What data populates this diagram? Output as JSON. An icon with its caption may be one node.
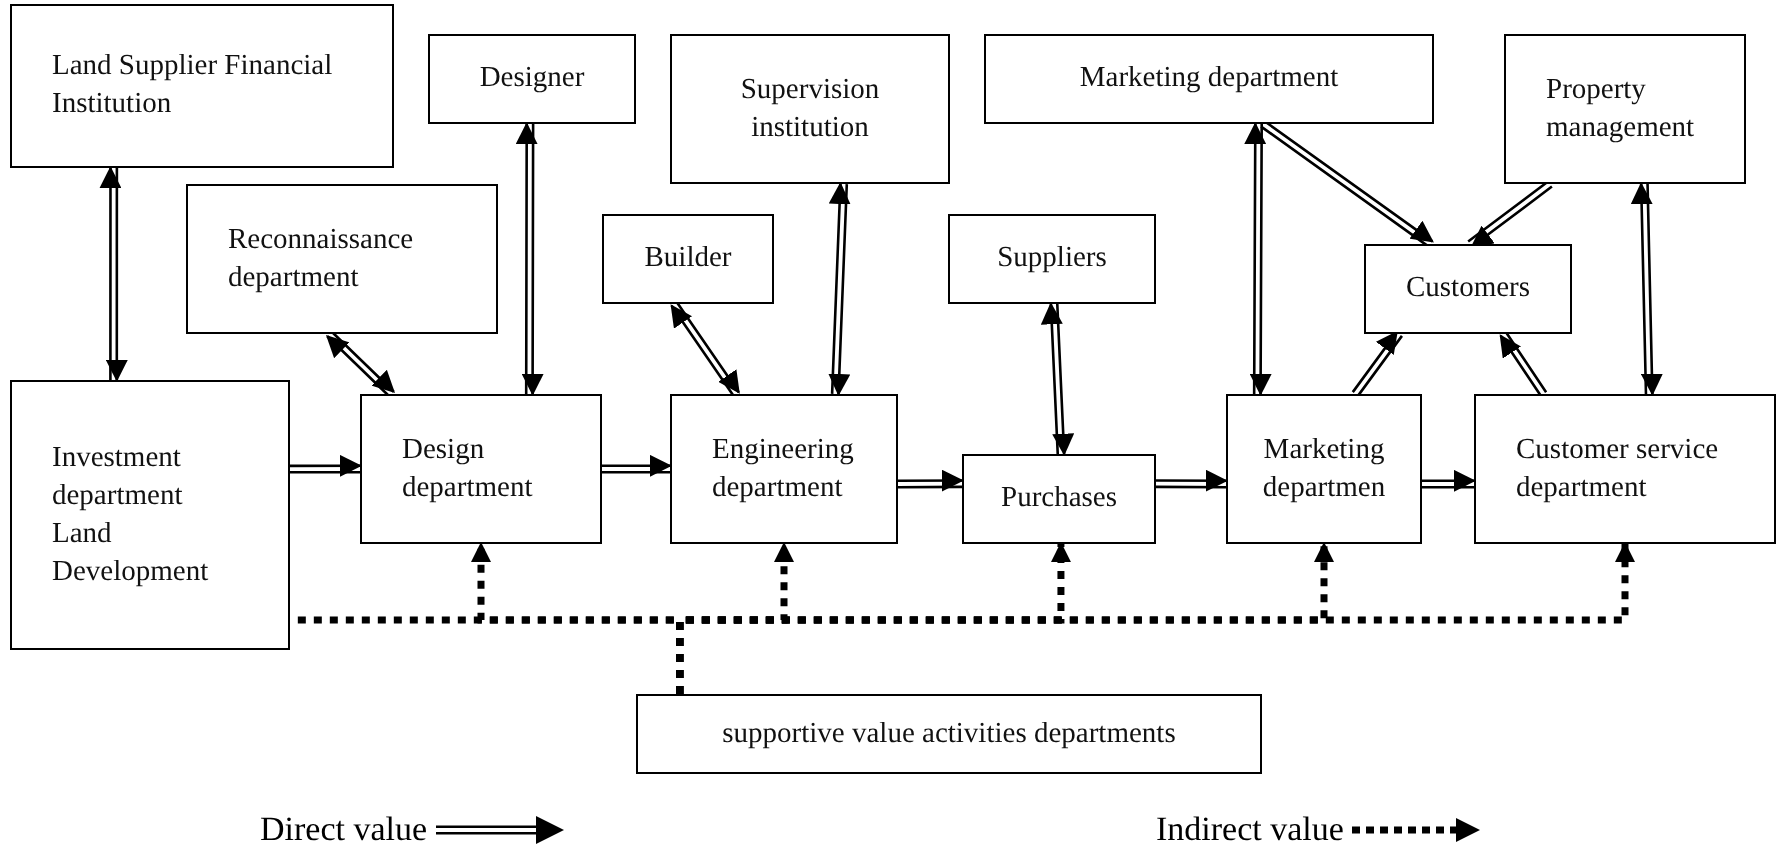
{
  "diagram": {
    "nodes": [
      {
        "text": [
          "Land Supplier Financial Institution"
        ]
      },
      {
        "text": [
          "Designer"
        ]
      },
      {
        "text": [
          "Supervision institution"
        ]
      },
      {
        "text": [
          "Marketing department"
        ]
      },
      {
        "text": [
          "Property management"
        ]
      },
      {
        "text": [
          "Reconnaissance department"
        ]
      },
      {
        "text": [
          "Builder"
        ]
      },
      {
        "text": [
          "Suppliers"
        ]
      },
      {
        "text": [
          "Customers"
        ]
      },
      {
        "text": [
          "Investment department Land Development"
        ]
      },
      {
        "text": [
          "Design department"
        ]
      },
      {
        "text": [
          "Engineering department"
        ]
      },
      {
        "text": [
          "Purchases"
        ]
      },
      {
        "text": [
          "Marketing departmen"
        ]
      },
      {
        "text": [
          "Customer service department"
        ]
      },
      {
        "text": [
          "supportive value activities departments"
        ]
      }
    ],
    "edges": [
      {
        "from": 0,
        "to": 9,
        "arrow": "both"
      },
      {
        "from": 5,
        "to": 10,
        "arrow": "both"
      },
      {
        "from": 1,
        "to": 10,
        "arrow": "both"
      },
      {
        "from": 6,
        "to": 11,
        "arrow": "both"
      },
      {
        "from": 2,
        "to": 11,
        "arrow": "both"
      },
      {
        "from": 7,
        "to": 12,
        "arrow": "both"
      },
      {
        "from": 3,
        "to": 13,
        "arrow": "both"
      },
      {
        "from": 3,
        "to": 8,
        "arrow": "to"
      },
      {
        "from": 4,
        "to": 8,
        "arrow": "to"
      },
      {
        "from": 13,
        "to": 8,
        "arrow": "to"
      },
      {
        "from": 14,
        "to": 8,
        "arrow": "to"
      },
      {
        "from": 4,
        "to": 14,
        "arrow": "both"
      },
      {
        "from": 9,
        "to": 10,
        "arrow": "to"
      },
      {
        "from": 10,
        "to": 11,
        "arrow": "to"
      },
      {
        "from": 11,
        "to": 12,
        "arrow": "to"
      },
      {
        "from": 12,
        "to": 13,
        "arrow": "to"
      },
      {
        "from": 13,
        "to": 14,
        "arrow": "to"
      },
      {
        "from": 15,
        "to": 9,
        "arrow": "none",
        "style": "dashed"
      },
      {
        "from": 15,
        "to": 10,
        "arrow": "to",
        "style": "dashed"
      },
      {
        "from": 15,
        "to": 11,
        "arrow": "to",
        "style": "dashed"
      },
      {
        "from": 15,
        "to": 12,
        "arrow": "to",
        "style": "dashed"
      },
      {
        "from": 15,
        "to": 13,
        "arrow": "to",
        "style": "dashed"
      },
      {
        "from": 15,
        "to": 14,
        "arrow": "to",
        "style": "dashed"
      }
    ],
    "legend": [
      {
        "text": "Direct value"
      },
      {
        "text": "Indirect value"
      }
    ]
  }
}
